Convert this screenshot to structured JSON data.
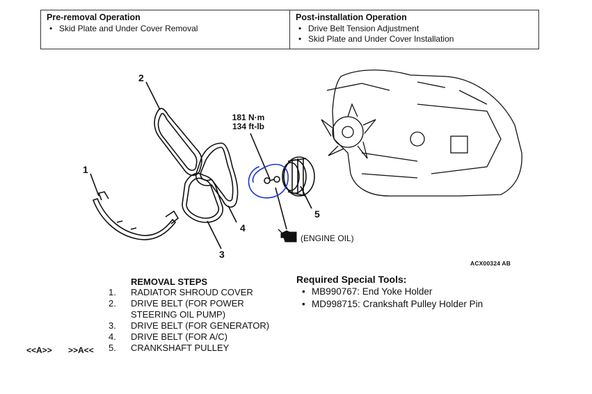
{
  "pre_removal": {
    "title": "Pre-removal Operation",
    "items": [
      "Skid Plate and Under Cover Removal"
    ]
  },
  "post_installation": {
    "title": "Post-installation Operation",
    "items": [
      "Drive Belt Tension Adjustment",
      "Skid Plate and Under Cover Installation"
    ]
  },
  "diagram": {
    "callouts": [
      "1",
      "2",
      "3",
      "4",
      "5"
    ],
    "torque_nm": "181 N·m",
    "torque_ftlb": "134 ft-lb",
    "oil_note": "(ENGINE OIL)",
    "figure_code": "ACX00324 AB",
    "annotation_color": "#1a2fd6"
  },
  "removal_steps": {
    "title": "REMOVAL STEPS",
    "steps": [
      {
        "num": "1.",
        "text": "RADIATOR SHROUD COVER"
      },
      {
        "num": "2.",
        "text": "DRIVE BELT (FOR POWER STEERING OIL PUMP)"
      },
      {
        "num": "3.",
        "text": "DRIVE BELT (FOR GENERATOR)"
      },
      {
        "num": "4.",
        "text": "DRIVE BELT (FOR A/C)"
      },
      {
        "num": "5.",
        "text": "CRANKSHAFT PULLEY"
      }
    ],
    "step5_refs": [
      "<<A>>",
      ">>A<<"
    ]
  },
  "special_tools": {
    "title": "Required Special Tools:",
    "items": [
      "MB990767: End Yoke Holder",
      "MD998715: Crankshaft Pulley Holder Pin"
    ]
  }
}
